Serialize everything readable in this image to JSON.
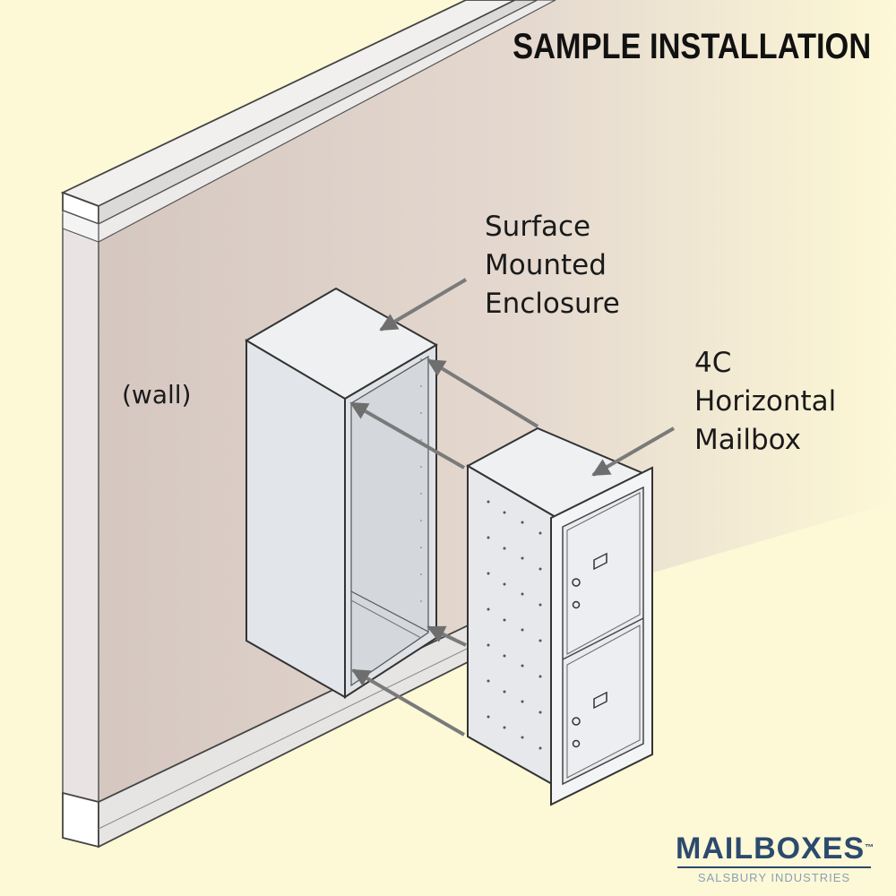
{
  "title": "SAMPLE INSTALLATION",
  "labels": {
    "enclosure": [
      "Surface",
      "Mounted",
      "Enclosure"
    ],
    "mailbox": [
      "4C",
      "Horizontal",
      "Mailbox"
    ],
    "wall": "(wall)"
  },
  "logo": {
    "brand": "MAILBOXES",
    "trademark": "™",
    "company": "SALSBURY INDUSTRIES",
    "color": "#2c4a6e"
  },
  "colors": {
    "background": "#fdf8d6",
    "wall": "#d9cbc4",
    "arrow": "#7a7a7a"
  }
}
